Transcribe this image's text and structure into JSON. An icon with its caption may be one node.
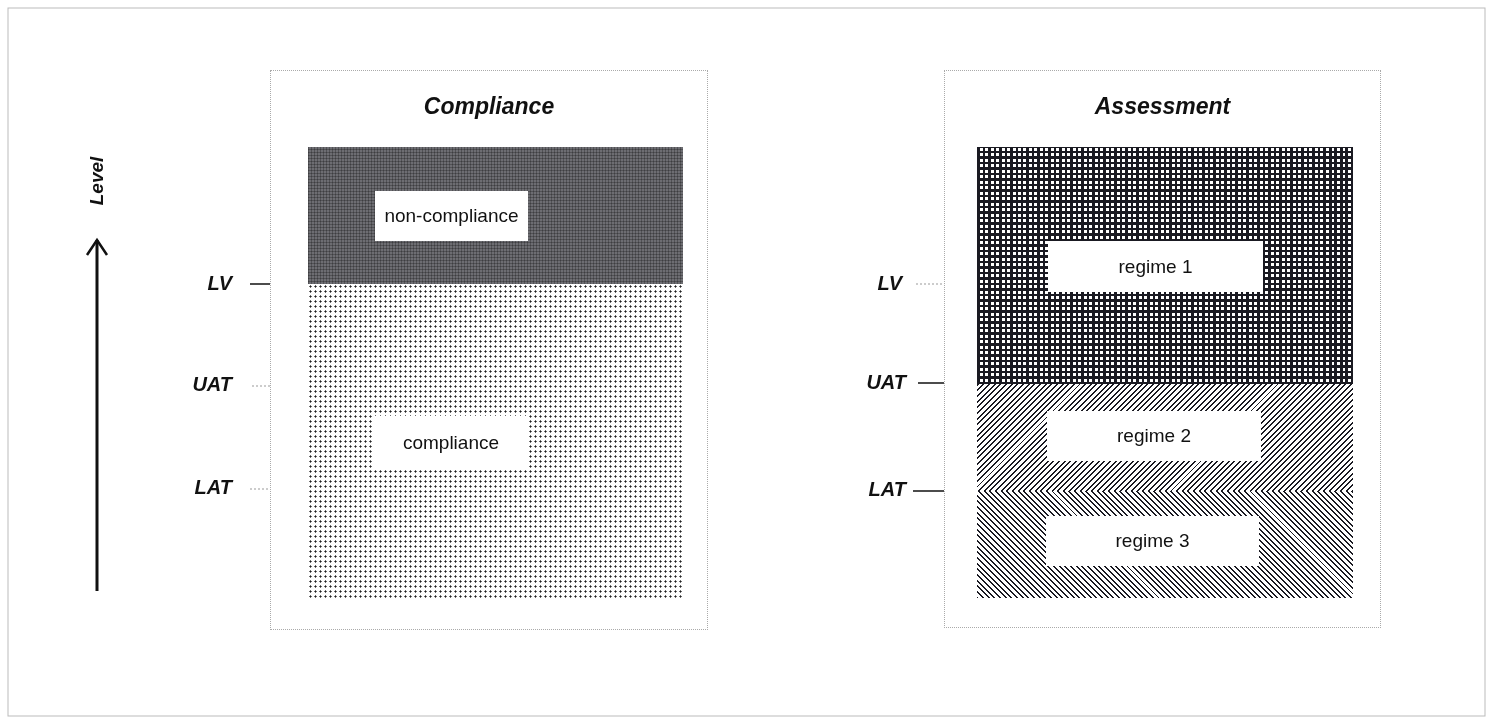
{
  "diagram": {
    "nodes": [
      {
        "text": [
          "Compliance"
        ]
      },
      {
        "text": [
          "non-compliance"
        ],
        "in": 0
      },
      {
        "text": [
          "compliance"
        ],
        "in": 0
      },
      {
        "text": [
          "Assessment"
        ]
      },
      {
        "text": [
          "regime 1"
        ],
        "in": 3
      },
      {
        "text": [
          "regime 2"
        ],
        "in": 3
      },
      {
        "text": [
          "regime 3"
        ],
        "in": 3
      }
    ],
    "edges": [],
    "labels": [
      "Level",
      "LV",
      "UAT",
      "LAT",
      "LV",
      "UAT",
      "LAT"
    ]
  }
}
